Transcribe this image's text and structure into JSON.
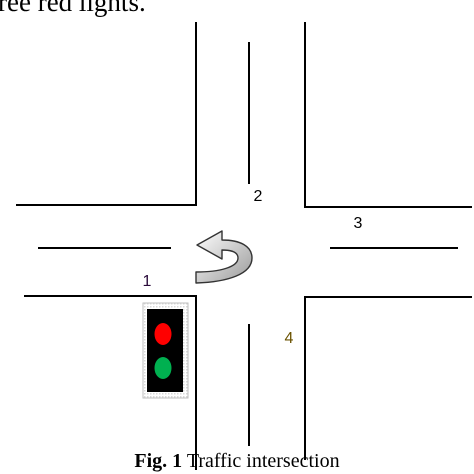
{
  "top_text": "ree red lights.",
  "lane_labels": {
    "lane_1": "1",
    "lane_2": "2",
    "lane_3": "3",
    "lane_4": "4"
  },
  "traffic_light": {
    "top_lamp_color": "#ff0000",
    "bottom_lamp_color": "#00b050"
  },
  "caption": {
    "fig_label": "Fig. 1",
    "text": "Traffic intersection"
  }
}
